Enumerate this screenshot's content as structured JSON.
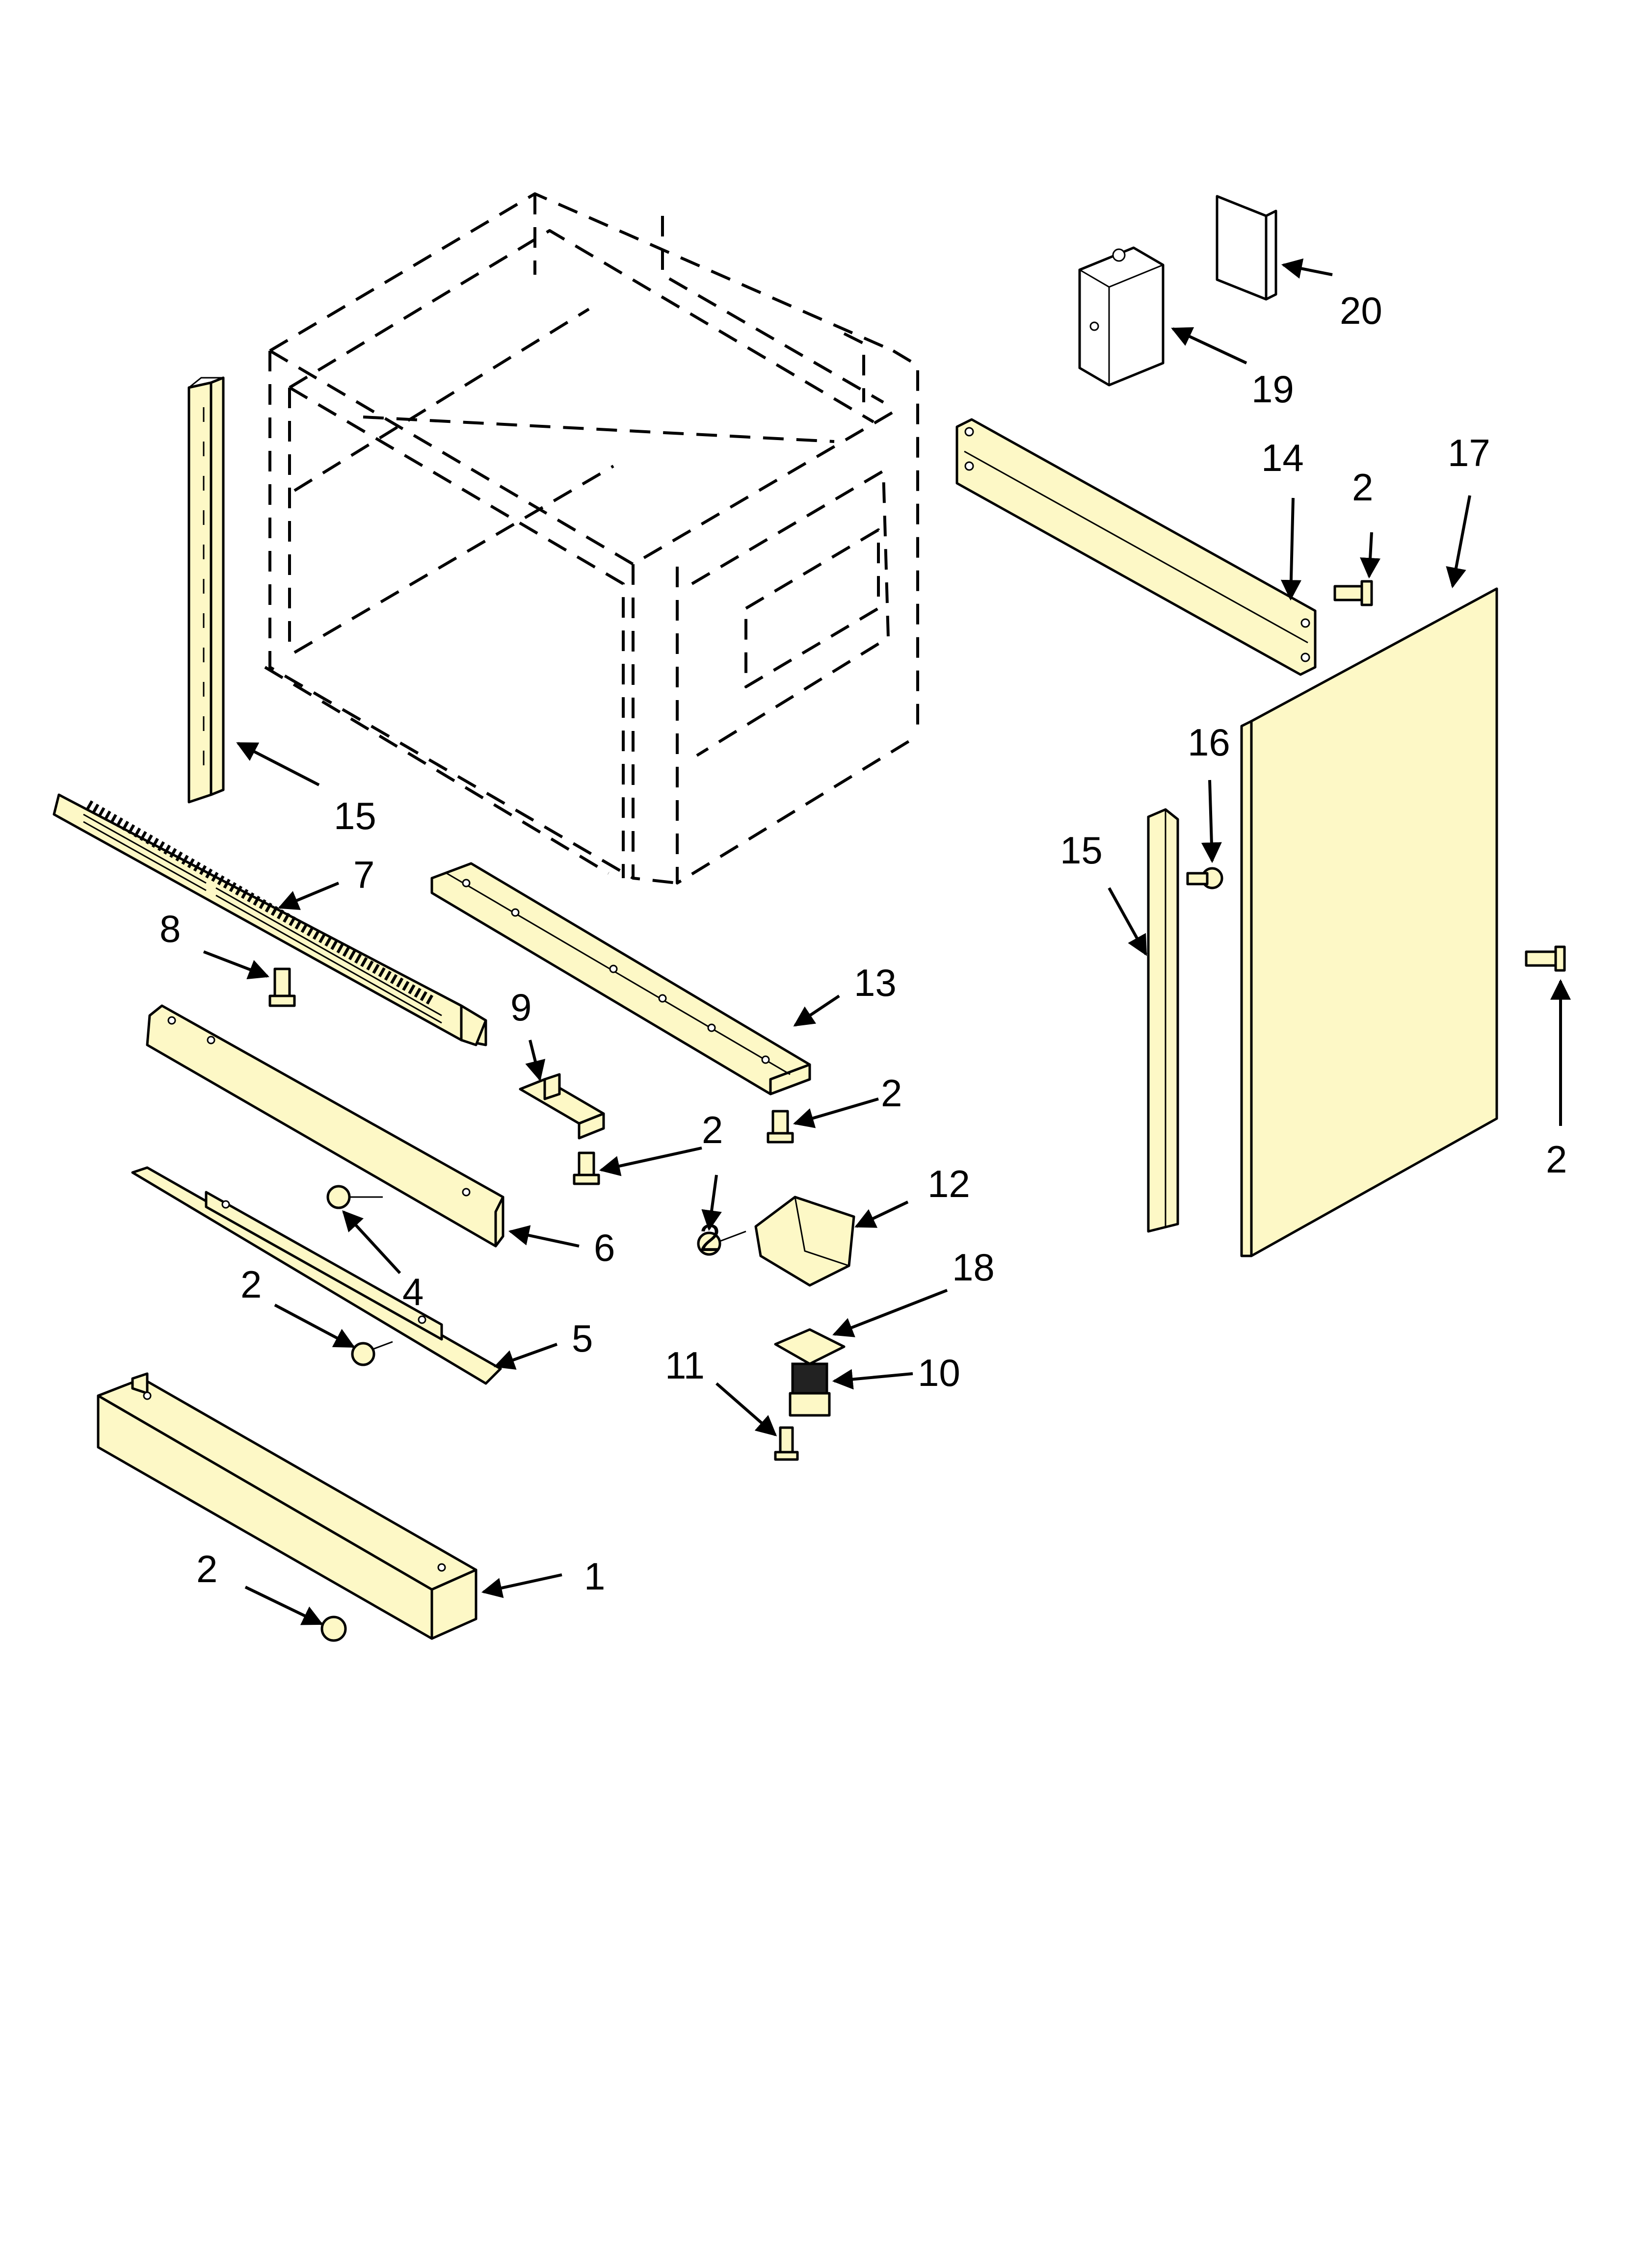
{
  "callouts": {
    "c1": "1",
    "c2a": "2",
    "c2b": "2",
    "c2c": "2",
    "c2d": "2",
    "c2e": "2",
    "c2f": "2",
    "c2g": "2",
    "c4": "4",
    "c5": "5",
    "c6": "6",
    "c7": "7",
    "c8": "8",
    "c9": "9",
    "c10": "10",
    "c11": "11",
    "c12": "12",
    "c13": "13",
    "c14": "14",
    "c15a": "15",
    "c15b": "15",
    "c16": "16",
    "c17": "17",
    "c18": "18",
    "c19": "19",
    "c20": "20"
  },
  "colors": {
    "part_fill": "#fdf8c6",
    "line": "#000000",
    "background": "#ffffff"
  }
}
